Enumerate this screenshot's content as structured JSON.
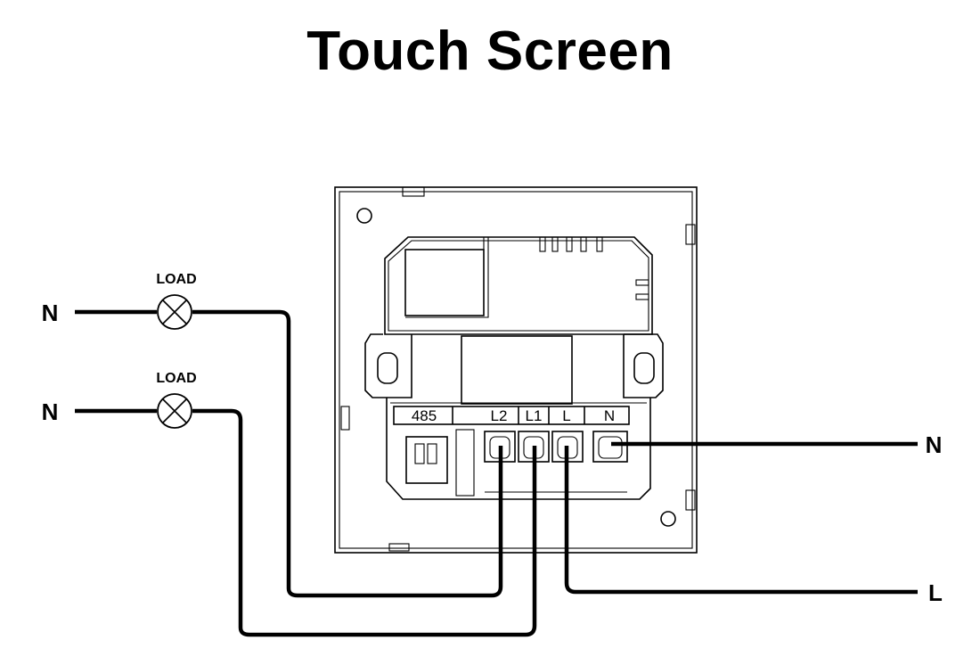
{
  "title": "Touch Screen",
  "loads": [
    {
      "label": "LOAD",
      "neutral": "N"
    },
    {
      "label": "LOAD",
      "neutral": "N"
    }
  ],
  "terminals": [
    "485",
    "L2",
    "L1",
    "L",
    "N"
  ],
  "supply": {
    "neutral": "N",
    "line": "L"
  }
}
